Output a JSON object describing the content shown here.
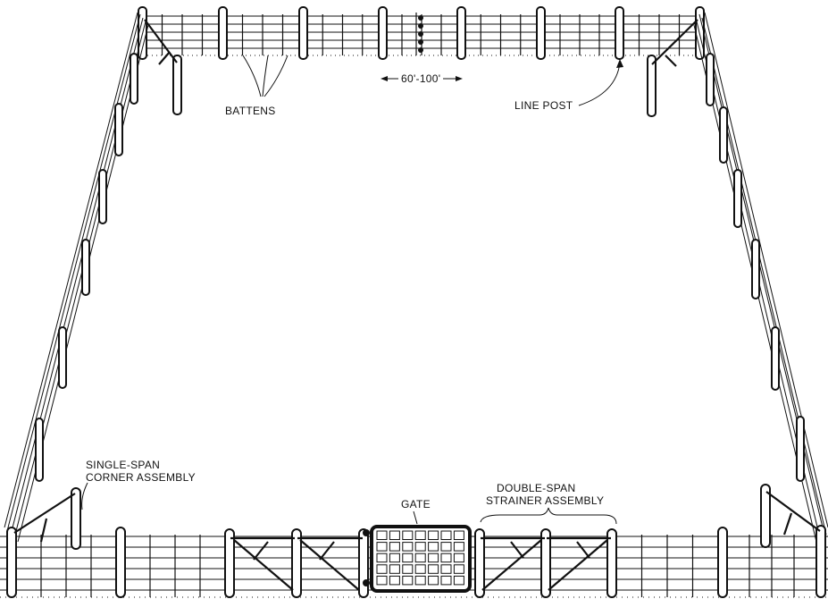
{
  "labels": {
    "battens": "BATTENS",
    "span": "60'-100'",
    "line_post": "LINE POST",
    "corner_line1": "SINGLE-SPAN",
    "corner_line2": "CORNER ASSEMBLY",
    "gate": "GATE",
    "strainer_line1": "DOUBLE-SPAN",
    "strainer_line2": "STRAINER ASSEMBLY"
  },
  "colors": {
    "ink": "#111111",
    "paper": "#ffffff"
  }
}
